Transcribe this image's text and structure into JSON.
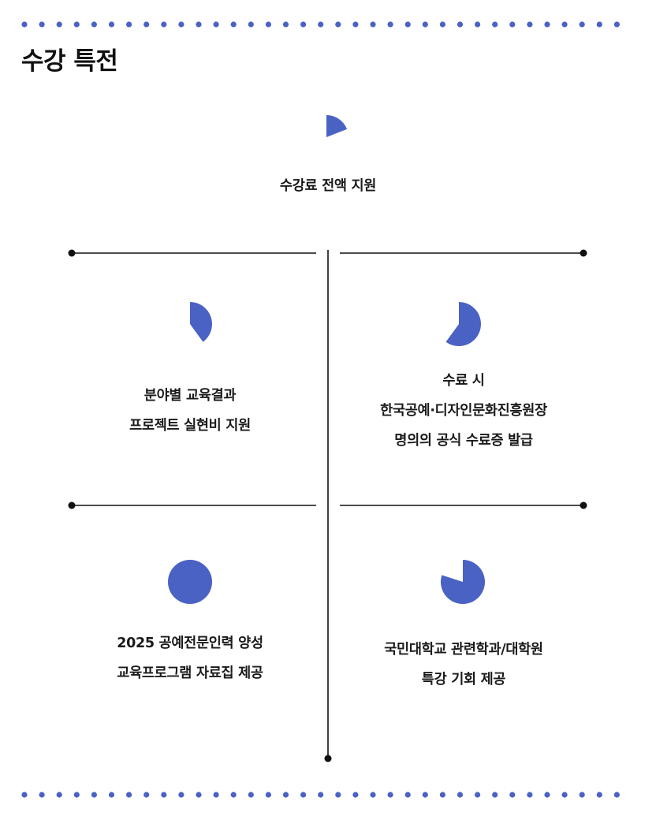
{
  "page_title": "수강 특전",
  "colors": {
    "accent": "#4a62c4",
    "line": "#111111",
    "background": "#ffffff"
  },
  "benefits": [
    {
      "id": "tuition",
      "lines": [
        "수강료 전액 지원"
      ],
      "fill_fraction": 0.19
    },
    {
      "id": "project",
      "lines": [
        "분야별 교육결과",
        "프로젝트 실현비 지원"
      ],
      "fill_fraction": 0.4
    },
    {
      "id": "certificate",
      "lines": [
        "수료 시",
        "한국공예·디자인문화진흥원장",
        "명의의 공식 수료증 발급"
      ],
      "fill_fraction": 0.6
    },
    {
      "id": "materials",
      "lines": [
        "2025 공예전문인력 양성",
        "교육프로그램 자료집 제공"
      ],
      "fill_fraction": 1.0
    },
    {
      "id": "university",
      "lines": [
        "국민대학교 관련학과/대학원",
        "특강 기회 제공"
      ],
      "fill_fraction": 0.8
    }
  ]
}
